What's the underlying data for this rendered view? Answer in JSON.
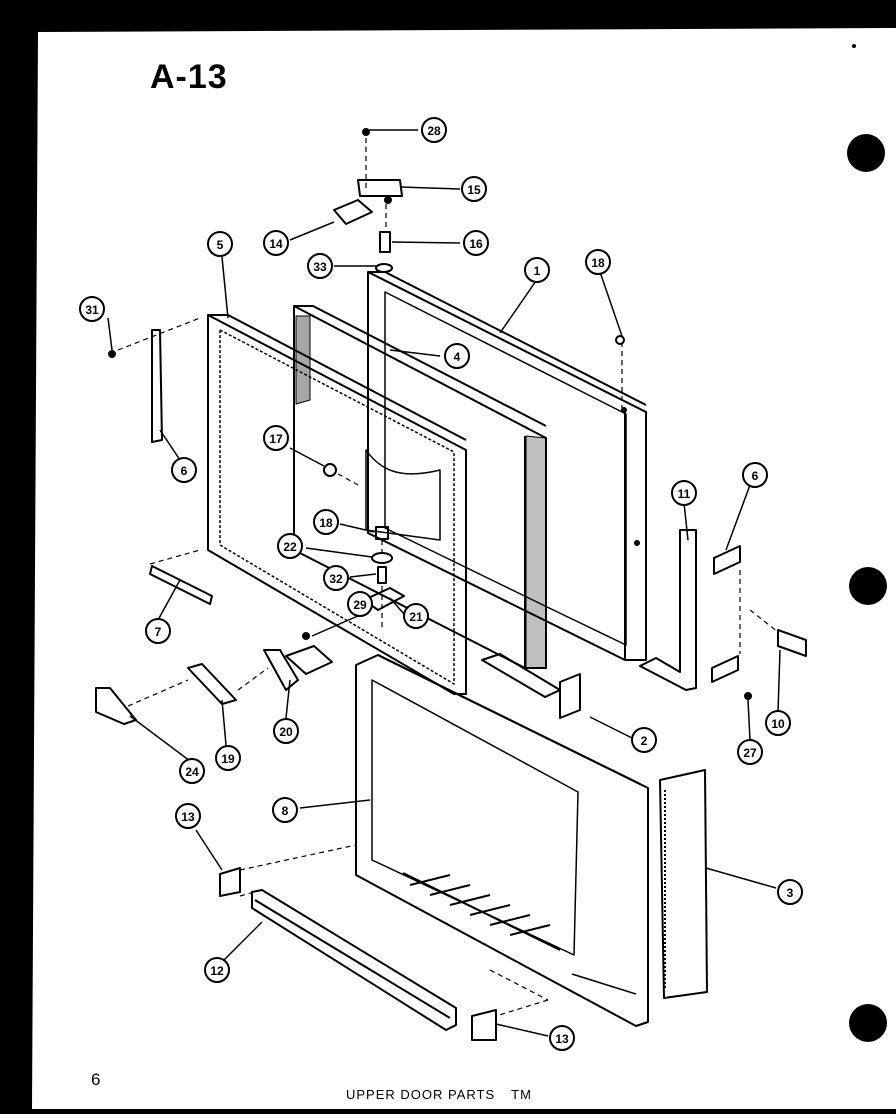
{
  "title": "A-13",
  "page_number": "6",
  "caption": {
    "text": "UPPER DOOR PARTS",
    "suffix": "TM"
  },
  "colors": {
    "sheet": "#ffffff",
    "background": "#000000",
    "ink": "#000000"
  },
  "callouts": [
    {
      "id": "c28",
      "label": "28"
    },
    {
      "id": "c15",
      "label": "15"
    },
    {
      "id": "c14",
      "label": "14"
    },
    {
      "id": "c16",
      "label": "16"
    },
    {
      "id": "c33",
      "label": "33"
    },
    {
      "id": "c5",
      "label": "5"
    },
    {
      "id": "c1",
      "label": "1"
    },
    {
      "id": "c18",
      "label": "18"
    },
    {
      "id": "c31",
      "label": "31"
    },
    {
      "id": "c4",
      "label": "4"
    },
    {
      "id": "c6a",
      "label": "6"
    },
    {
      "id": "c17",
      "label": "17"
    },
    {
      "id": "c6b",
      "label": "6"
    },
    {
      "id": "c11",
      "label": "11"
    },
    {
      "id": "c18b",
      "label": "18"
    },
    {
      "id": "c22",
      "label": "22"
    },
    {
      "id": "c32",
      "label": "32"
    },
    {
      "id": "c7",
      "label": "7"
    },
    {
      "id": "c29",
      "label": "29"
    },
    {
      "id": "c21",
      "label": "21"
    },
    {
      "id": "c10",
      "label": "10"
    },
    {
      "id": "c2",
      "label": "2"
    },
    {
      "id": "c27",
      "label": "27"
    },
    {
      "id": "c20",
      "label": "20"
    },
    {
      "id": "c24",
      "label": "24"
    },
    {
      "id": "c19",
      "label": "19"
    },
    {
      "id": "c8",
      "label": "8"
    },
    {
      "id": "c3",
      "label": "3"
    },
    {
      "id": "c13a",
      "label": "13"
    },
    {
      "id": "c12",
      "label": "12"
    },
    {
      "id": "c13b",
      "label": "13"
    }
  ]
}
